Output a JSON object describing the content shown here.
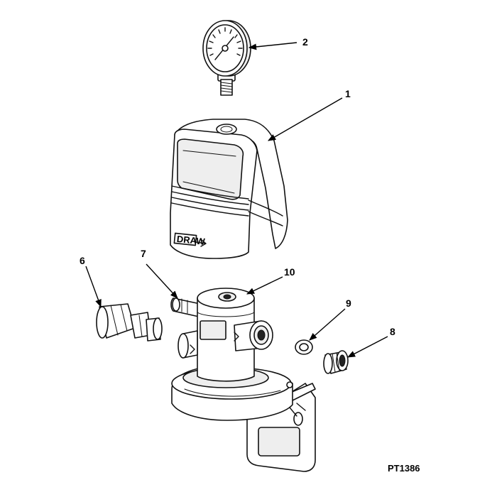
{
  "drawing": {
    "reference": "PT1386",
    "callouts": [
      {
        "id": "c1",
        "label": "1",
        "part": "cover"
      },
      {
        "id": "c2",
        "label": "2",
        "part": "pressure-gauge"
      },
      {
        "id": "c6",
        "label": "6",
        "part": "hose-adapter"
      },
      {
        "id": "c7",
        "label": "7",
        "part": "inlet-nipple"
      },
      {
        "id": "c8",
        "label": "8",
        "part": "plug"
      },
      {
        "id": "c9",
        "label": "9",
        "part": "washer"
      },
      {
        "id": "c10",
        "label": "10",
        "part": "regulator-body"
      }
    ],
    "cover_marking": "DRAW"
  }
}
